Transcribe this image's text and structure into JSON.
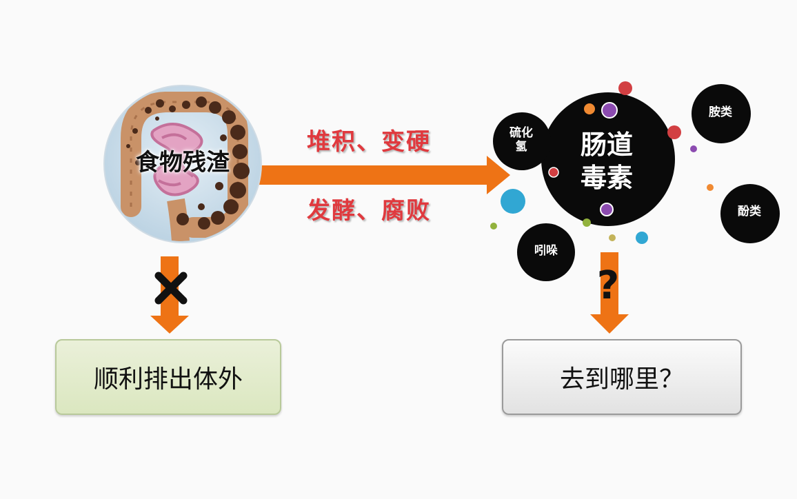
{
  "food": {
    "label": "食物残渣"
  },
  "process": {
    "line1": "堆积、变硬",
    "line2": "发酵、腐败"
  },
  "toxin": {
    "main_line1": "肠道",
    "main_line2": "毒素",
    "items": {
      "h2s_line1": "硫化",
      "h2s_line2": "氢",
      "amine": "胺类",
      "phenol": "酚类",
      "indole": "吲哚"
    }
  },
  "outcomes": {
    "left_box": "顺利排出体外",
    "left_marker": "✖",
    "right_box": "去到哪里？",
    "right_marker": "?"
  },
  "colors": {
    "arrow": "#ee7315",
    "process_text": "#e0393e",
    "toxin_bubble": "#0a0a0a",
    "left_box_bg": "#dde8c4",
    "right_box_bg": "#ececec"
  }
}
